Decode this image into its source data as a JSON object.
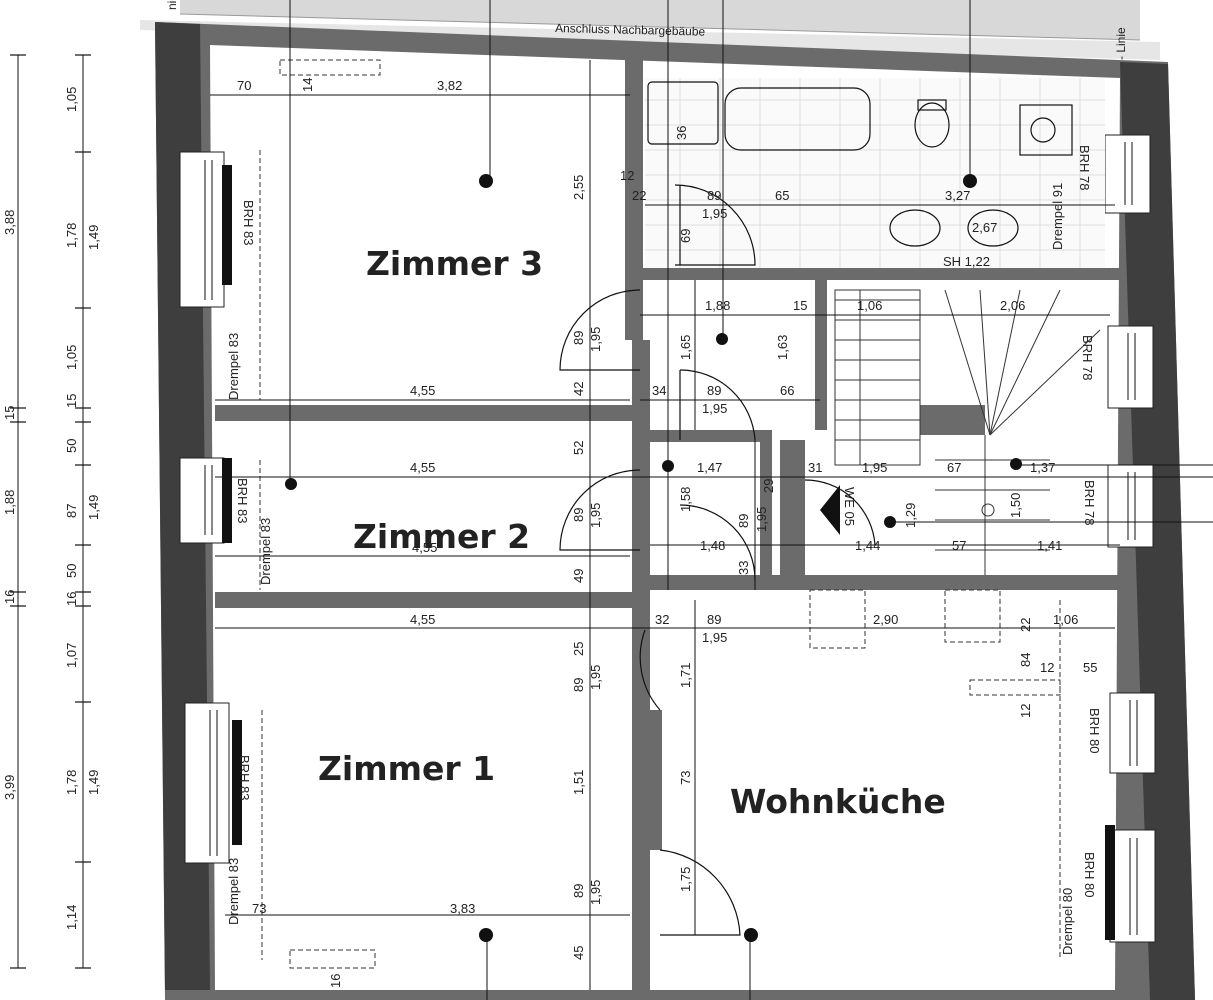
{
  "header": {
    "neighbor_label": "Anschluss Nachbargebäube"
  },
  "rooms": {
    "zimmer3": "Zimmer 3",
    "zimmer2": "Zimmer 2",
    "zimmer1": "Zimmer 1",
    "wohnkueche": "Wohnküche"
  },
  "left_dims_outer": [
    "3,88",
    "15",
    "1,88",
    "16",
    "3,99"
  ],
  "left_dims_inner": [
    "1,05",
    "1,78",
    "1,05",
    "15",
    "50",
    "87",
    "50",
    "16",
    "1,07",
    "1,78",
    "1,14"
  ],
  "left_dims_inner2": [
    "1,49",
    "1,49",
    "1,49"
  ],
  "labels": {
    "z3_top_left": "70",
    "z3_top": "3,82",
    "z3_small": "14",
    "z3_height": "2,55",
    "z3_bottom": "4,55",
    "z3_brh": "BRH 83",
    "z3_drempel": "Drempel 83",
    "z2_top": "4,55",
    "z2_brh": "BRH 83",
    "z2_drempel": "Drempel 83",
    "z2_bottom": "4,55",
    "z1_top": "4,55",
    "z1_brh": "BRH 83",
    "z1_drempel": "Drempel 83",
    "z1_bottom_left": "73",
    "z1_bottom": "3,83",
    "z1_small": "16",
    "door_89a": "89",
    "door_195a": "1,95",
    "d42": "42",
    "d52": "52",
    "door_89b": "89",
    "door_195b": "1,95",
    "d49": "49",
    "d25": "25",
    "door_89c": "89",
    "door_195c": "1,95",
    "d151": "1,51",
    "door_89d": "89",
    "door_195d": "1,95",
    "d45": "45",
    "bath_36": "36",
    "bath_12": "12",
    "bath_22": "22",
    "bath_89": "89",
    "bath_195": "1,95",
    "bath_65": "65",
    "bath_327": "3,27",
    "bath_267": "2,67",
    "bath_69": "69",
    "bath_sh": "SH 1,22",
    "bath_brh": "BRH 78",
    "bath_drempel": "Drempel 91",
    "hall_188": "1,88",
    "hall_15": "15",
    "hall_165": "1,65",
    "hall_163": "1,63",
    "hall_34": "34",
    "hall_89": "89",
    "hall_66": "66",
    "hall_195": "1,95",
    "stair_106": "1,06",
    "stair_206": "2,06",
    "stair_brh": "BRH 78",
    "h2_147": "1,47",
    "h2_29": "29",
    "h2_31": "31",
    "h2_195": "1,95",
    "h2_67": "67",
    "h2_137": "1,37",
    "h2_158": "1,58",
    "h2_89": "89",
    "h2_195b": "1,95",
    "h2_we": "WE 05",
    "h2_129": "1,29",
    "h2_150": "1,50",
    "h2_brh": "BRH 78",
    "h2_148": "1,48",
    "h2_33": "33",
    "h2_144": "1,44",
    "h2_57": "57",
    "h2_141": "1,41",
    "k_32": "32",
    "k_89": "89",
    "k_195": "1,95",
    "k_290": "2,90",
    "k_22": "22",
    "k_106": "1,06",
    "k_84": "84",
    "k_12": "12",
    "k_55": "55",
    "k_12b": "12",
    "k_171": "1,71",
    "k_73": "73",
    "k_175": "1,75",
    "k_brh80a": "BRH 80",
    "k_brh80b": "BRH 80",
    "k_drempel": "Drempel 80",
    "axis_top_left": "nie",
    "axis_top_right": "- Linie"
  }
}
